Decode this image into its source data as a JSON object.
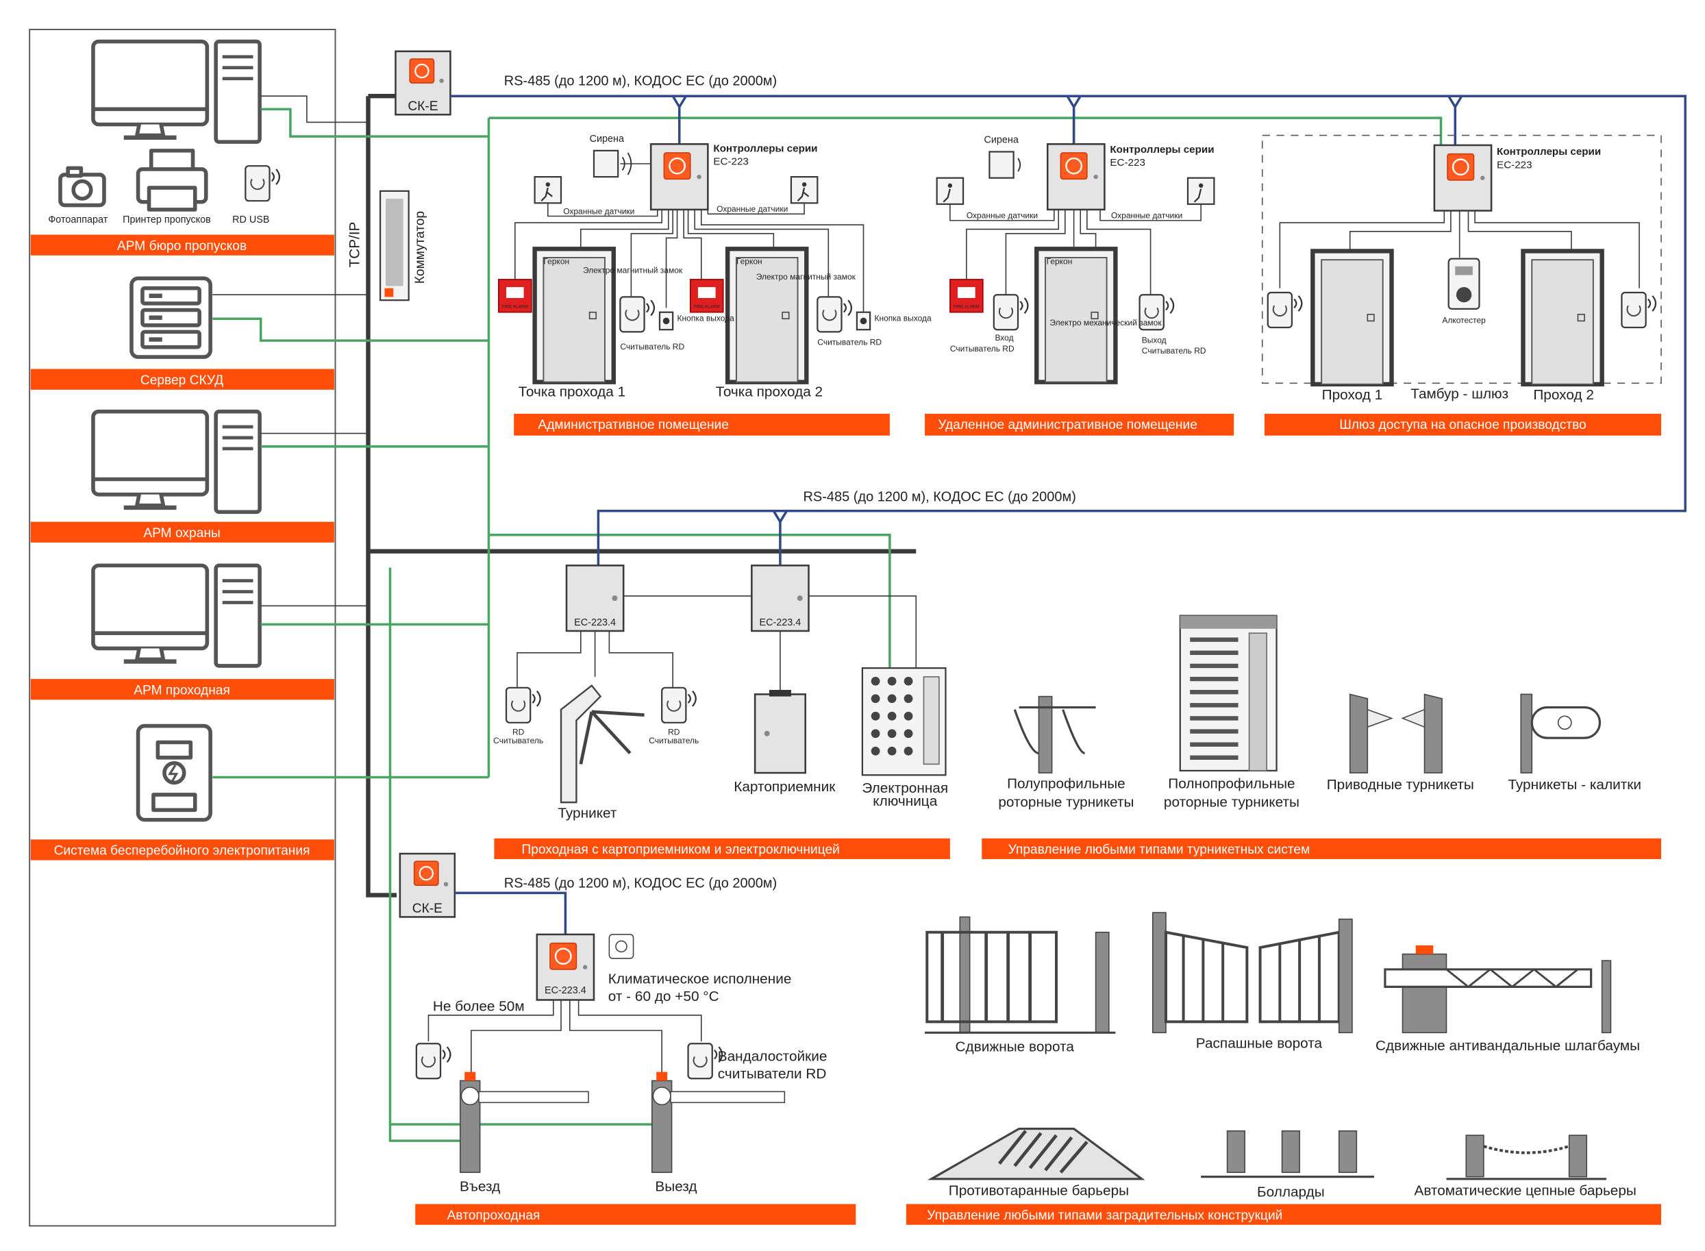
{
  "colors": {
    "accent": "#ff4d0a",
    "data_line": "#4aa563",
    "bus_line": "#2f4a86",
    "network_line": "#3a3a3a"
  },
  "left": {
    "devices": {
      "camera": "Фотоаппарат",
      "printer": "Принтер пропусков",
      "rd_usb": "RD USB"
    },
    "sections": [
      "АРМ бюро пропусков",
      "Сервер СКУД",
      "АРМ охраны",
      "АРМ проходная",
      "Система бесперебойного электропитания"
    ]
  },
  "network": {
    "sk_e": "СК-Е",
    "tcp": "TCP/IP",
    "switch": "Коммутатор"
  },
  "bus": {
    "top": "RS-485 (до 1200 м), КОДОС ЕС (до 2000м)",
    "middle": "RS-485 (до 1200 м), КОДОС ЕС (до 2000м)",
    "bottom": "RS-485 (до 1200 м), КОДОС ЕС (до 2000м)"
  },
  "common": {
    "controllers": "Контроллеры серии",
    "ec223": "EC-223",
    "siren": "Сирена",
    "sensors": "Охранные датчики",
    "gerkon": "Геркон",
    "rd_reader": "Считыватель RD",
    "exit_button": "Кнопка выхода",
    "magnetic_lock": "Электро магнитный замок",
    "mechanical_lock": "Электро механический замок",
    "fire_alarm": "FIRE ALARM",
    "ec2234": "EC-223.4",
    "rd": "RD",
    "reader": "Считыватель"
  },
  "admin": {
    "point1": "Точка прохода 1",
    "point2": "Точка прохода 2",
    "title": "Административное помещение"
  },
  "remote": {
    "entry": "Вход",
    "exit": "Выход",
    "title": "Удаленное административное помещение"
  },
  "sluice": {
    "alcotester": "Алкотестер",
    "pass1": "Проход 1",
    "tambour": "Тамбур - шлюз",
    "pass2": "Проход 2",
    "title": "Шлюз доступа на опасное производство"
  },
  "checkpoint": {
    "turnstile": "Турникет",
    "card_collector": "Картоприемник",
    "key_box_1": "Электронная",
    "key_box_2": "ключница",
    "title": "Проходная с картоприемником  и электроключницей"
  },
  "turnstiles": {
    "half_profile_1": "Полупрофильные",
    "half_profile_2": "роторные турникеты",
    "full_profile_1": "Полнопрофильные",
    "full_profile_2": "роторные турникеты",
    "driven": "Приводные турникеты",
    "wicket": "Турникеты - калитки",
    "title": "Управление любыми типами турникетных систем"
  },
  "auto": {
    "climate_1": "Климатическое исполнение",
    "climate_2": "от - 60 до +50 °С",
    "max_dist": "Не более 50м",
    "vandal_1": "Вандалостойкие",
    "vandal_2": "считыватели RD",
    "entry": "Въезд",
    "exit": "Выезд",
    "title": "Автопроходная"
  },
  "barriers": {
    "sliding": "Сдвижные ворота",
    "swing": "Распашные ворота",
    "anti_vandal": "Сдвижные антивандальные шлагбаумы",
    "anti_ram": "Противотаранные барьеры",
    "bollards": "Болларды",
    "chain": "Автоматические цепные барьеры",
    "title": "Управление любыми типами заградительных конструкций"
  }
}
